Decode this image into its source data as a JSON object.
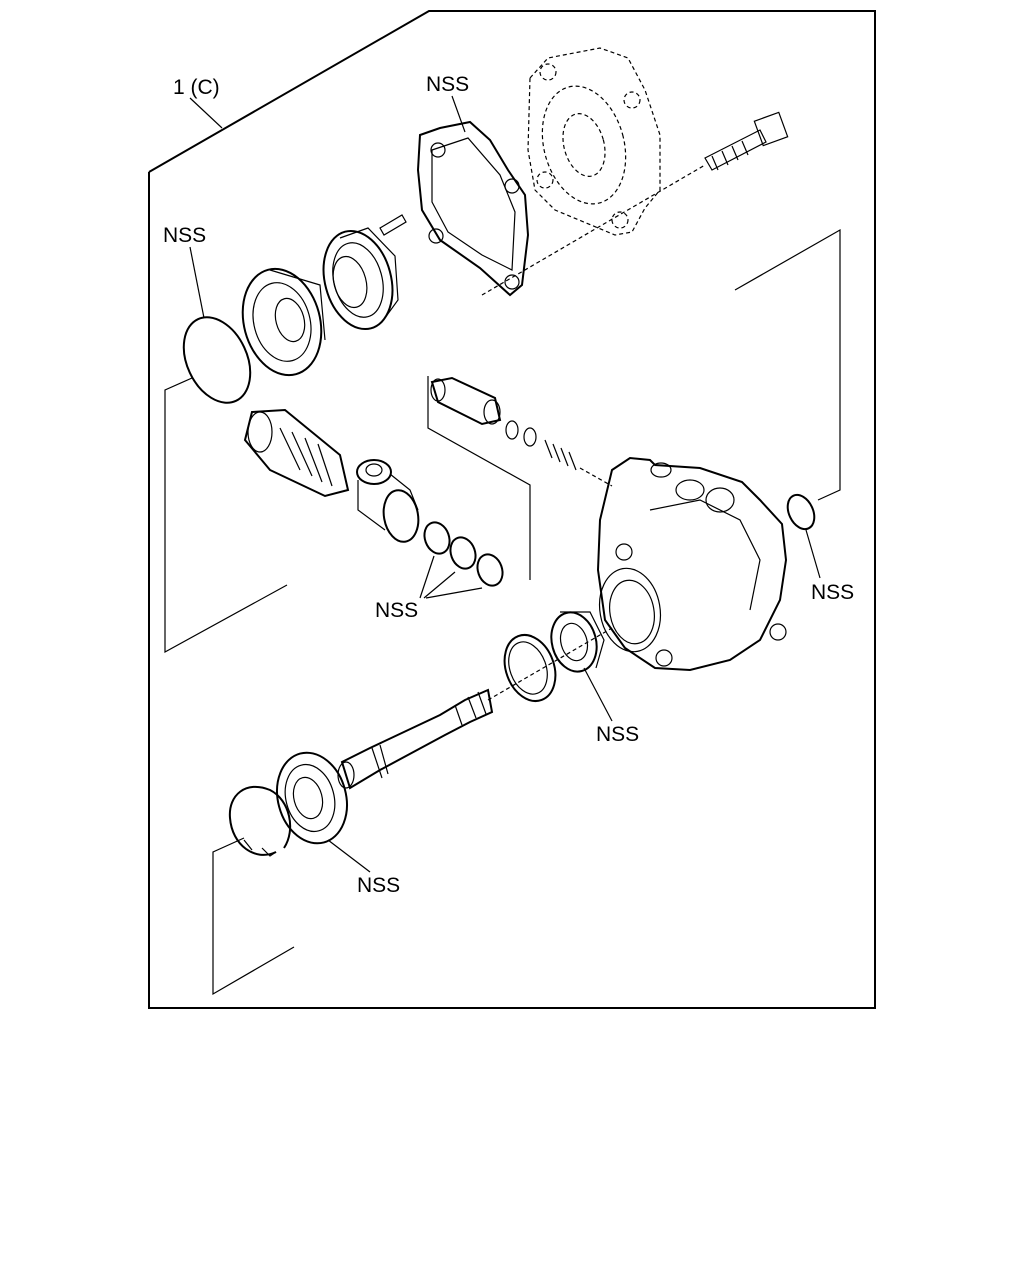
{
  "diagram": {
    "assembly_label": "1 (C)",
    "nss_labels": {
      "gasket": "NSS",
      "oring_left": "NSS",
      "oring_right": "NSS",
      "valve_orings": "NSS",
      "shaft_seal": "NSS",
      "bearing": "NSS"
    },
    "colors": {
      "line": "#000000",
      "background": "#ffffff"
    }
  }
}
